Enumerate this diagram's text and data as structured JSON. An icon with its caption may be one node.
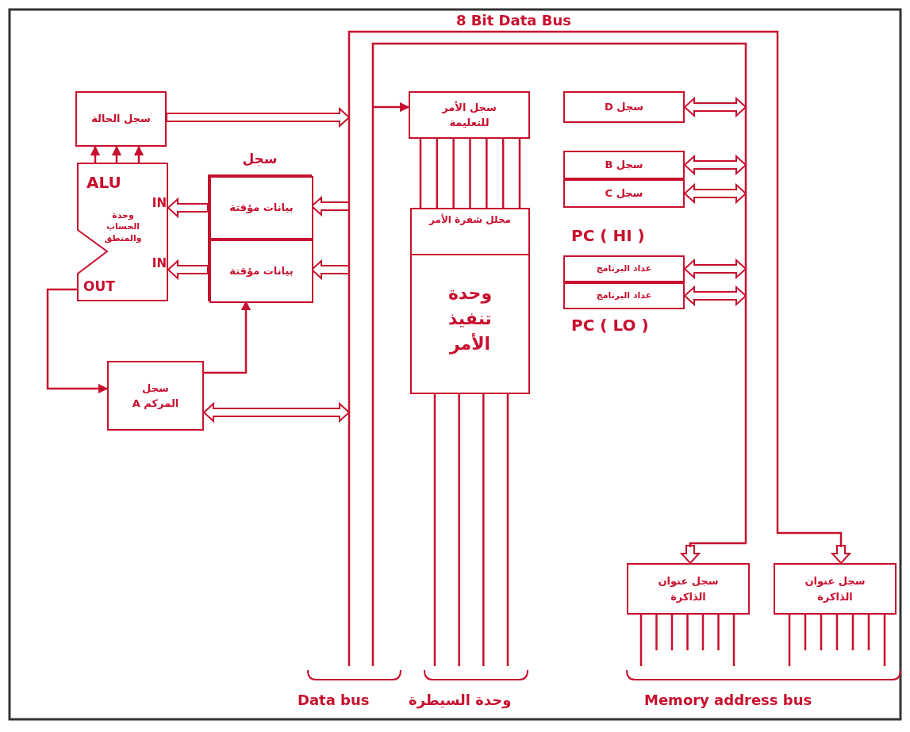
{
  "diagram": {
    "nodes": [
      {
        "text": [
          "سجل الحالة"
        ]
      },
      {
        "text": [
          "ALU",
          "IN",
          "وحدة الحساب والمنطق",
          "IN",
          "OUT"
        ]
      },
      {
        "text": [
          "سجل"
        ]
      },
      {
        "text": [
          "بيانات مؤقتة"
        ],
        "in": 2
      },
      {
        "text": [
          "بيانات مؤقتة"
        ],
        "in": 2
      },
      {
        "text": [
          "سجل المركم A"
        ]
      },
      {
        "text": [
          "سجل الأمر للتعليمة"
        ]
      },
      {
        "text": [
          "محلل شفرة الأمر",
          "وحدة تنفيذ الأمر"
        ]
      },
      {
        "text": [
          "سجل D"
        ]
      },
      {
        "text": [
          "سجل B"
        ]
      },
      {
        "text": [
          "سجل C"
        ]
      },
      {
        "text": [
          "عداد البرنامج"
        ],
        "beside": [
          "PC ( HI )"
        ]
      },
      {
        "text": [
          "عداد البرنامج"
        ],
        "beside": [
          "PC ( LO )"
        ]
      },
      {
        "text": [
          "سجل عنوان الذاكرة"
        ]
      },
      {
        "text": [
          "سجل عنوان الذاكرة"
        ]
      }
    ],
    "edges": [
      {
        "from": 0,
        "to": null,
        "arrow": "to"
      },
      {
        "from": null,
        "to": 6,
        "arrow": "to"
      },
      {
        "from": null,
        "to": 3,
        "arrow": "to"
      },
      {
        "from": null,
        "to": 4,
        "arrow": "to"
      },
      {
        "from": 3,
        "to": 1,
        "arrow": "to"
      },
      {
        "from": 4,
        "to": 1,
        "arrow": "to"
      },
      {
        "from": 1,
        "to": 0,
        "arrow": "to"
      },
      {
        "from": 1,
        "to": 0,
        "arrow": "to"
      },
      {
        "from": 1,
        "to": 0,
        "arrow": "to"
      },
      {
        "from": 1,
        "to": 5,
        "arrow": "to"
      },
      {
        "from": 5,
        "to": 4,
        "arrow": "to"
      },
      {
        "from": 5,
        "to": null,
        "arrow": "both"
      },
      {
        "from": 6,
        "to": 7,
        "arrow": "none"
      },
      {
        "from": 8,
        "to": null,
        "arrow": "both"
      },
      {
        "from": 9,
        "to": null,
        "arrow": "both"
      },
      {
        "from": 10,
        "to": null,
        "arrow": "both"
      },
      {
        "from": 11,
        "to": null,
        "arrow": "both"
      },
      {
        "from": 12,
        "to": null,
        "arrow": "both"
      },
      {
        "from": null,
        "to": 13,
        "arrow": "to"
      },
      {
        "from": null,
        "to": 14,
        "arrow": "to"
      },
      {
        "from": 7,
        "to": null,
        "arrow": "none"
      },
      {
        "from": 13,
        "to": null,
        "arrow": "none"
      },
      {
        "from": 14,
        "to": null,
        "arrow": "none"
      }
    ],
    "labels": [
      "8 Bit Data Bus",
      "Data bus",
      "وحدة السيطرة",
      "Memory address bus"
    ]
  }
}
